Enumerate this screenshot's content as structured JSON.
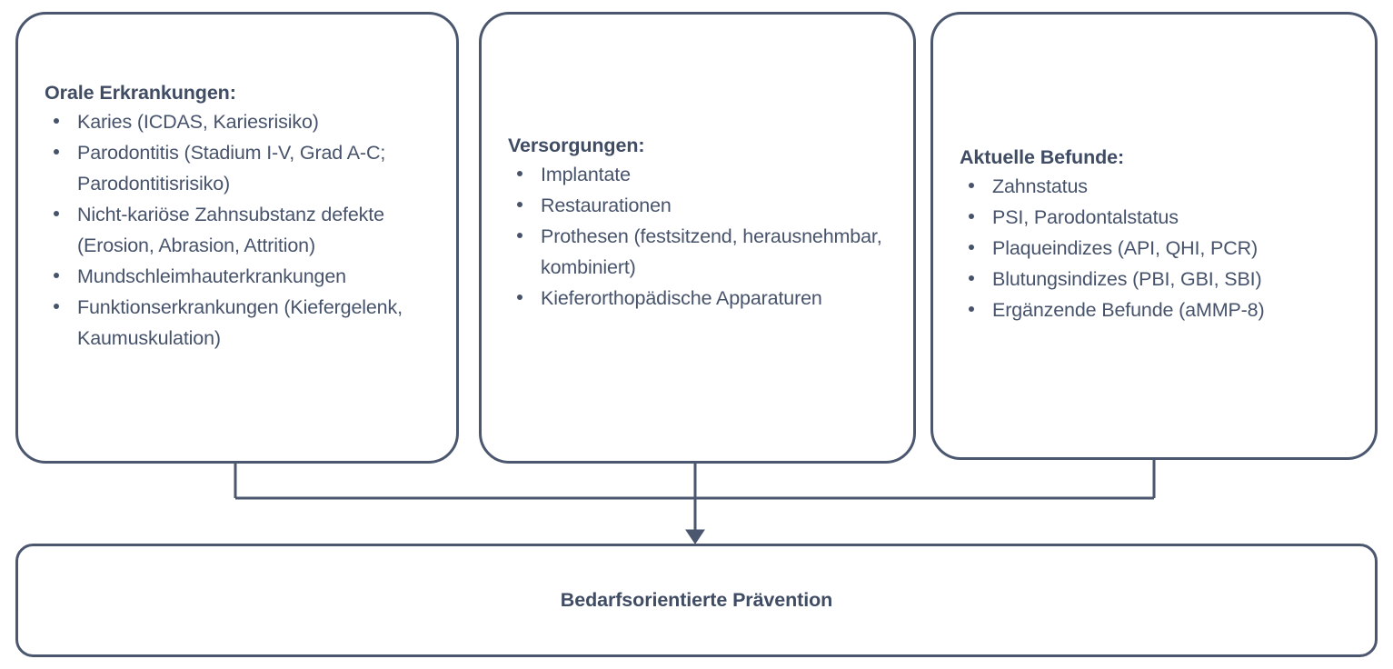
{
  "diagram": {
    "title_text": "Bedarfsorientierte Prävention",
    "stroke_color": "#4b576e",
    "text_color": "#47536b",
    "background_color": "#ffffff",
    "boxes": [
      {
        "id": "orale-erkrankungen",
        "heading": "Orale Erkrankungen:",
        "items": [
          "Karies (ICDAS, Kariesrisiko)",
          "Parodontitis (Stadium I-V, Grad A-C; Parodontitisrisiko)",
          "Nicht-kariöse Zahnsubstanz defekte (Erosion, Abrasion, Attrition)",
          "Mundschleimhauterkrankungen",
          "Funktionserkrankungen (Kiefergelenk, Kaumuskulation)"
        ]
      },
      {
        "id": "versorgungen",
        "heading": "Versorgungen:",
        "items": [
          "Implantate",
          "Restaurationen",
          "Prothesen (festsitzend, herausnehmbar, kombiniert)",
          "Kieferorthopädische Apparaturen"
        ]
      },
      {
        "id": "aktuelle-befunde",
        "heading": "Aktuelle Befunde:",
        "items": [
          "Zahnstatus",
          "PSI, Parodontalstatus",
          "Plaqueindizes (API, QHI, PCR)",
          "Blutungsindizes (PBI, GBI, SBI)",
          "Ergänzende Befunde (aMMP-8)"
        ]
      }
    ],
    "result_box": {
      "id": "bedarfsorientierte-praevention",
      "label": "Bedarfsorientierte Prävention"
    },
    "connectors": {
      "arrow_icon": "arrow-down-icon",
      "description": "Three branch lines join a horizontal bus that feeds a downward arrow into the result box."
    }
  }
}
